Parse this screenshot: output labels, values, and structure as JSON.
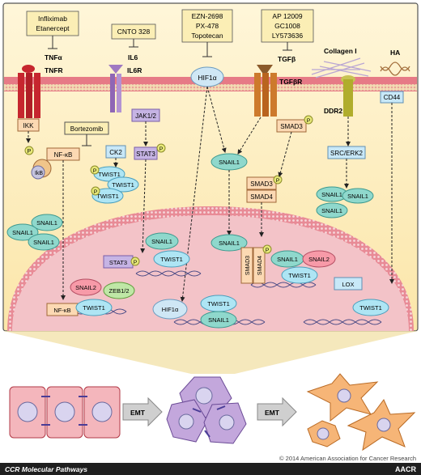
{
  "inhibitor_boxes": {
    "infliximab": [
      "Infliximab",
      "Etanercept"
    ],
    "cnto": [
      "CNTO 328"
    ],
    "ezn": [
      "EZN-2698",
      "PX-478",
      "Topotecan"
    ],
    "ap": [
      "AP 12009",
      "GC1008",
      "LY573636"
    ]
  },
  "ligands": {
    "tnfa": "TNFα",
    "il6": "IL6",
    "tgfb": "TGFβ",
    "collagen": "Collagen I",
    "ha": "HA"
  },
  "receptors": {
    "tnfr": "TNFR",
    "il6r": "IL6R",
    "hif_membrane": "HIF1α",
    "tgfbr": "TGFβR",
    "ddr2": "DDR2",
    "cd44": "CD44"
  },
  "signaling": {
    "ikk": "IKK",
    "bortezomib": "Bortezomib",
    "nfkb": "NF-κB",
    "ikb": "IkB",
    "p": "P",
    "ck2": "CK2",
    "jak": "JAK1/2",
    "stat3": "STAT3",
    "smad3": "SMAD3",
    "smad4": "SMAD4",
    "src": "SRC/ERK2",
    "snail1": "SNAIL1",
    "twist1": "TWIST1"
  },
  "nucleus": {
    "stat3": "STAT3",
    "snail1": "SNAIL1",
    "twist1": "TWIST1",
    "snail2": "SNAIL2",
    "zeb12": "ZEB1/2",
    "nfkb": "NF-κB",
    "hif": "HIF1α",
    "smad3": "SMAD3",
    "smad4": "SMAD4",
    "lox": "LOX"
  },
  "bottom": {
    "emt1": "EMT",
    "emt2": "EMT",
    "copyright": "© 2014 American Association for Cancer Research",
    "footer_left": "CCR Molecular Pathways",
    "footer_right": "AACR"
  },
  "colors": {
    "inhibitor_box": "#fbeeb5",
    "cytoplasm_bg": "#fdf2c6",
    "nucleus_fill": "#f3c3c8",
    "membrane_pink": "#e67a86",
    "membrane_head": "#f2dcb3",
    "tnfr_red": "#c6262e",
    "il6r_purple": "#9f79c2",
    "tgfbr_orange": "#cd7a2c",
    "ddr2_olive": "#b0ad2c",
    "snail_teal": "#8fd8cc",
    "twist_blue": "#aee5f4",
    "signal_box_fill": "#fcd9b3",
    "signal_box_blue": "#c8e8f8",
    "p_badge": "#e7e878",
    "epithelial_cell": "#f4b6bc",
    "intermediate_cell": "#c3a7dc",
    "mesenchymal_cell": "#f6b577",
    "emt_arrow": "#cfcfcf",
    "footer_bg": "#1f1f1f"
  }
}
